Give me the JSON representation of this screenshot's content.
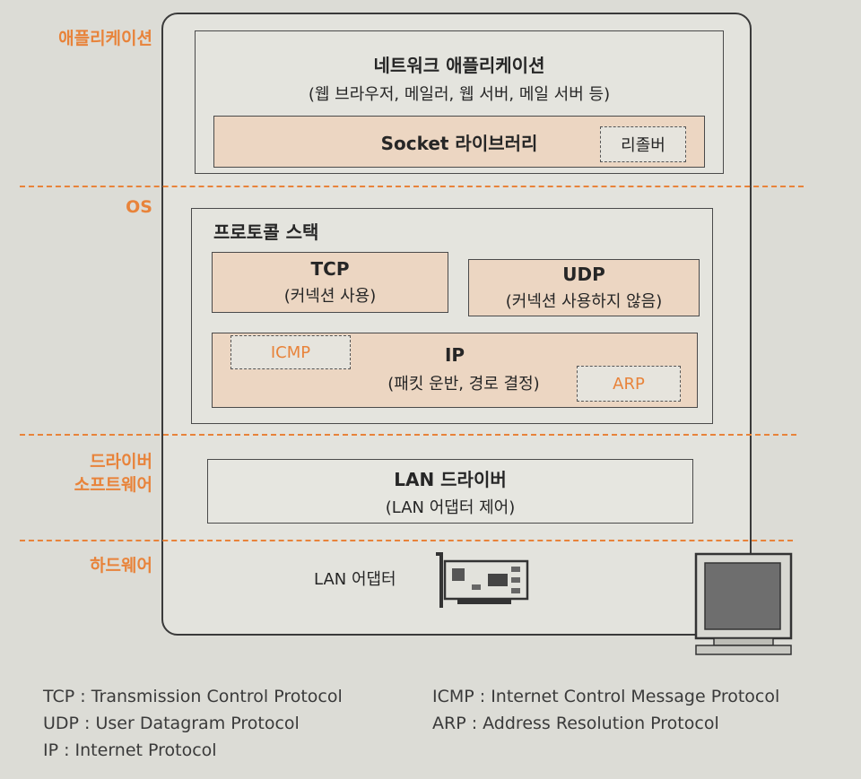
{
  "layers": {
    "application": "애플리케이션",
    "os": "OS",
    "driver": "드라이버\n소프트웨어",
    "driver_line1": "드라이버",
    "driver_line2": "소프트웨어",
    "hardware": "하드웨어"
  },
  "app_box": {
    "title": "네트워크 애플리케이션",
    "subtitle": "(웹 브라우저, 메일러, 웹 서버, 메일 서버 등)",
    "socket": "Socket 라이브러리",
    "resolver": "리졸버"
  },
  "stack": {
    "title": "프로토콜 스택",
    "tcp_title": "TCP",
    "tcp_desc": "(커넥션 사용)",
    "udp_title": "UDP",
    "udp_desc": "(커넥션 사용하지 않음)",
    "icmp": "ICMP",
    "ip_title": "IP",
    "ip_desc": "(패킷 운반, 경로 결정)",
    "arp": "ARP"
  },
  "driver_box": {
    "title": "LAN 드라이버",
    "desc": "(LAN 어댑터 제어)"
  },
  "hardware": {
    "adapter_label": "LAN 어댑터"
  },
  "legend": {
    "tcp": "TCP : Transmission Control Protocol",
    "udp": "UDP : User Datagram Protocol",
    "ip": "IP : Internet Protocol",
    "icmp": "ICMP : Internet Control Message Protocol",
    "arp": "ARP : Address Resolution Protocol"
  },
  "colors": {
    "accent": "#e8833a",
    "box_fill": "#ecd6c2",
    "background": "#dcdcd6"
  }
}
